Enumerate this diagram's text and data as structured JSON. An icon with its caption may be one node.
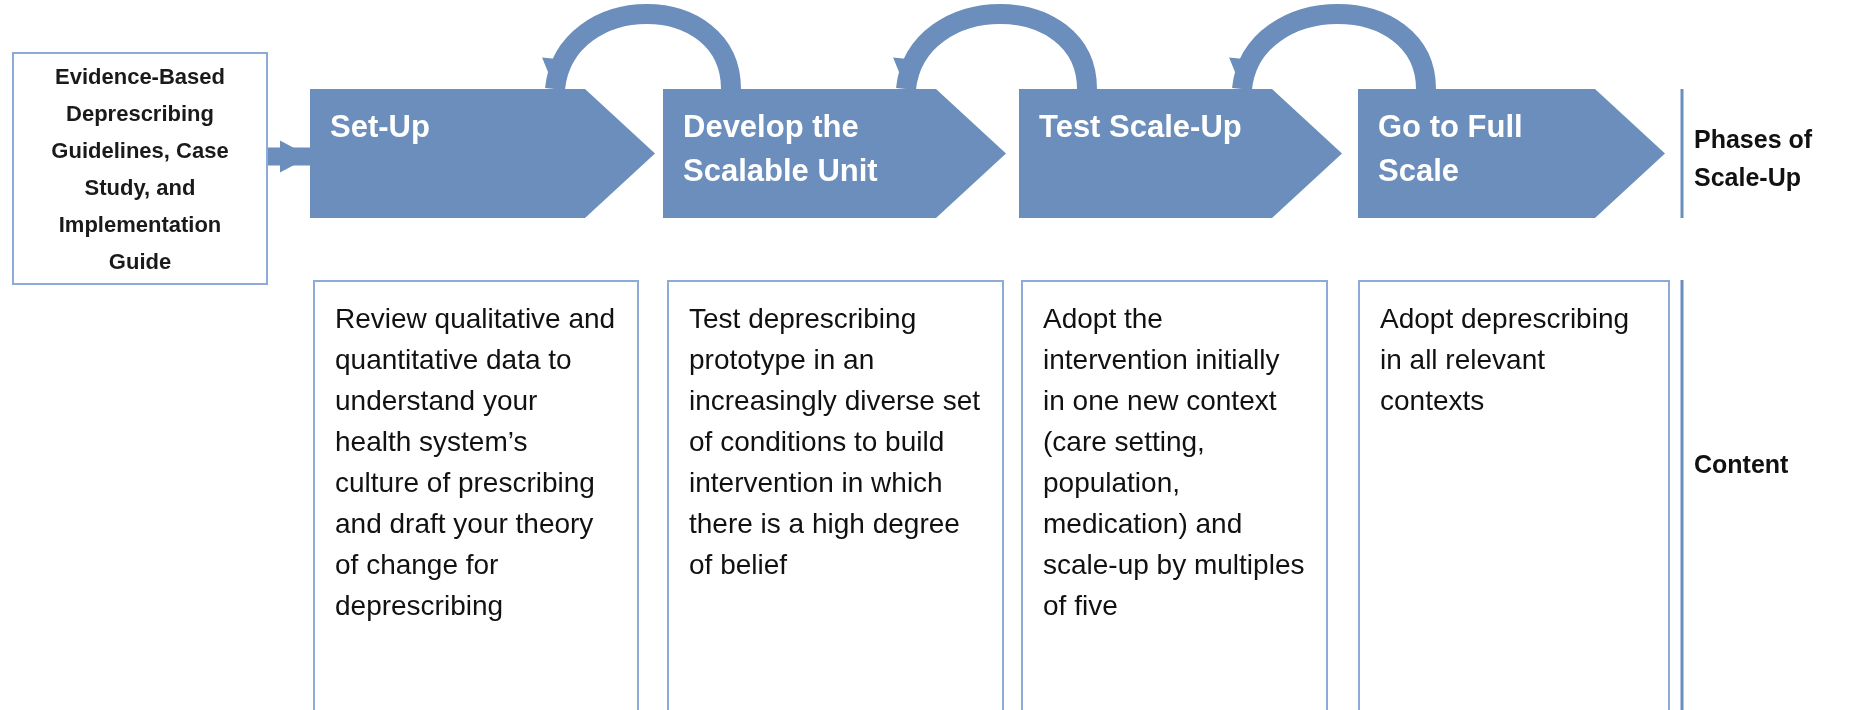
{
  "diagram": {
    "nodes": [
      {
        "text": [
          "Evidence-Based Deprescribing Guidelines, Case Study, and Implementation Guide"
        ]
      },
      {
        "text": [
          "Set-Up"
        ]
      },
      {
        "text": [
          "Develop the Scalable Unit"
        ]
      },
      {
        "text": [
          "Test Scale-Up"
        ]
      },
      {
        "text": [
          "Go to Full Scale"
        ]
      },
      {
        "text": [
          "Review qualitative and quantitative data to understand your health system’s culture of prescribing and draft your theory of change for deprescribing"
        ]
      },
      {
        "text": [
          "Test deprescribing prototype in an increasingly diverse set of conditions to build intervention in which there is a high degree of belief"
        ]
      },
      {
        "text": [
          "Adopt the intervention initially in one new context (care setting, population, medication) and scale-up by multiples of five"
        ]
      },
      {
        "text": [
          "Adopt deprescribing in all relevant contexts"
        ]
      }
    ],
    "edges": [
      {
        "from": 0,
        "to": 1,
        "arrow": "to"
      },
      {
        "from": 2,
        "to": 1,
        "arrow": "to"
      },
      {
        "from": 3,
        "to": 2,
        "arrow": "to"
      },
      {
        "from": 4,
        "to": 3,
        "arrow": "to"
      }
    ],
    "labels": [
      "Phases of Scale-Up",
      "Content"
    ]
  }
}
